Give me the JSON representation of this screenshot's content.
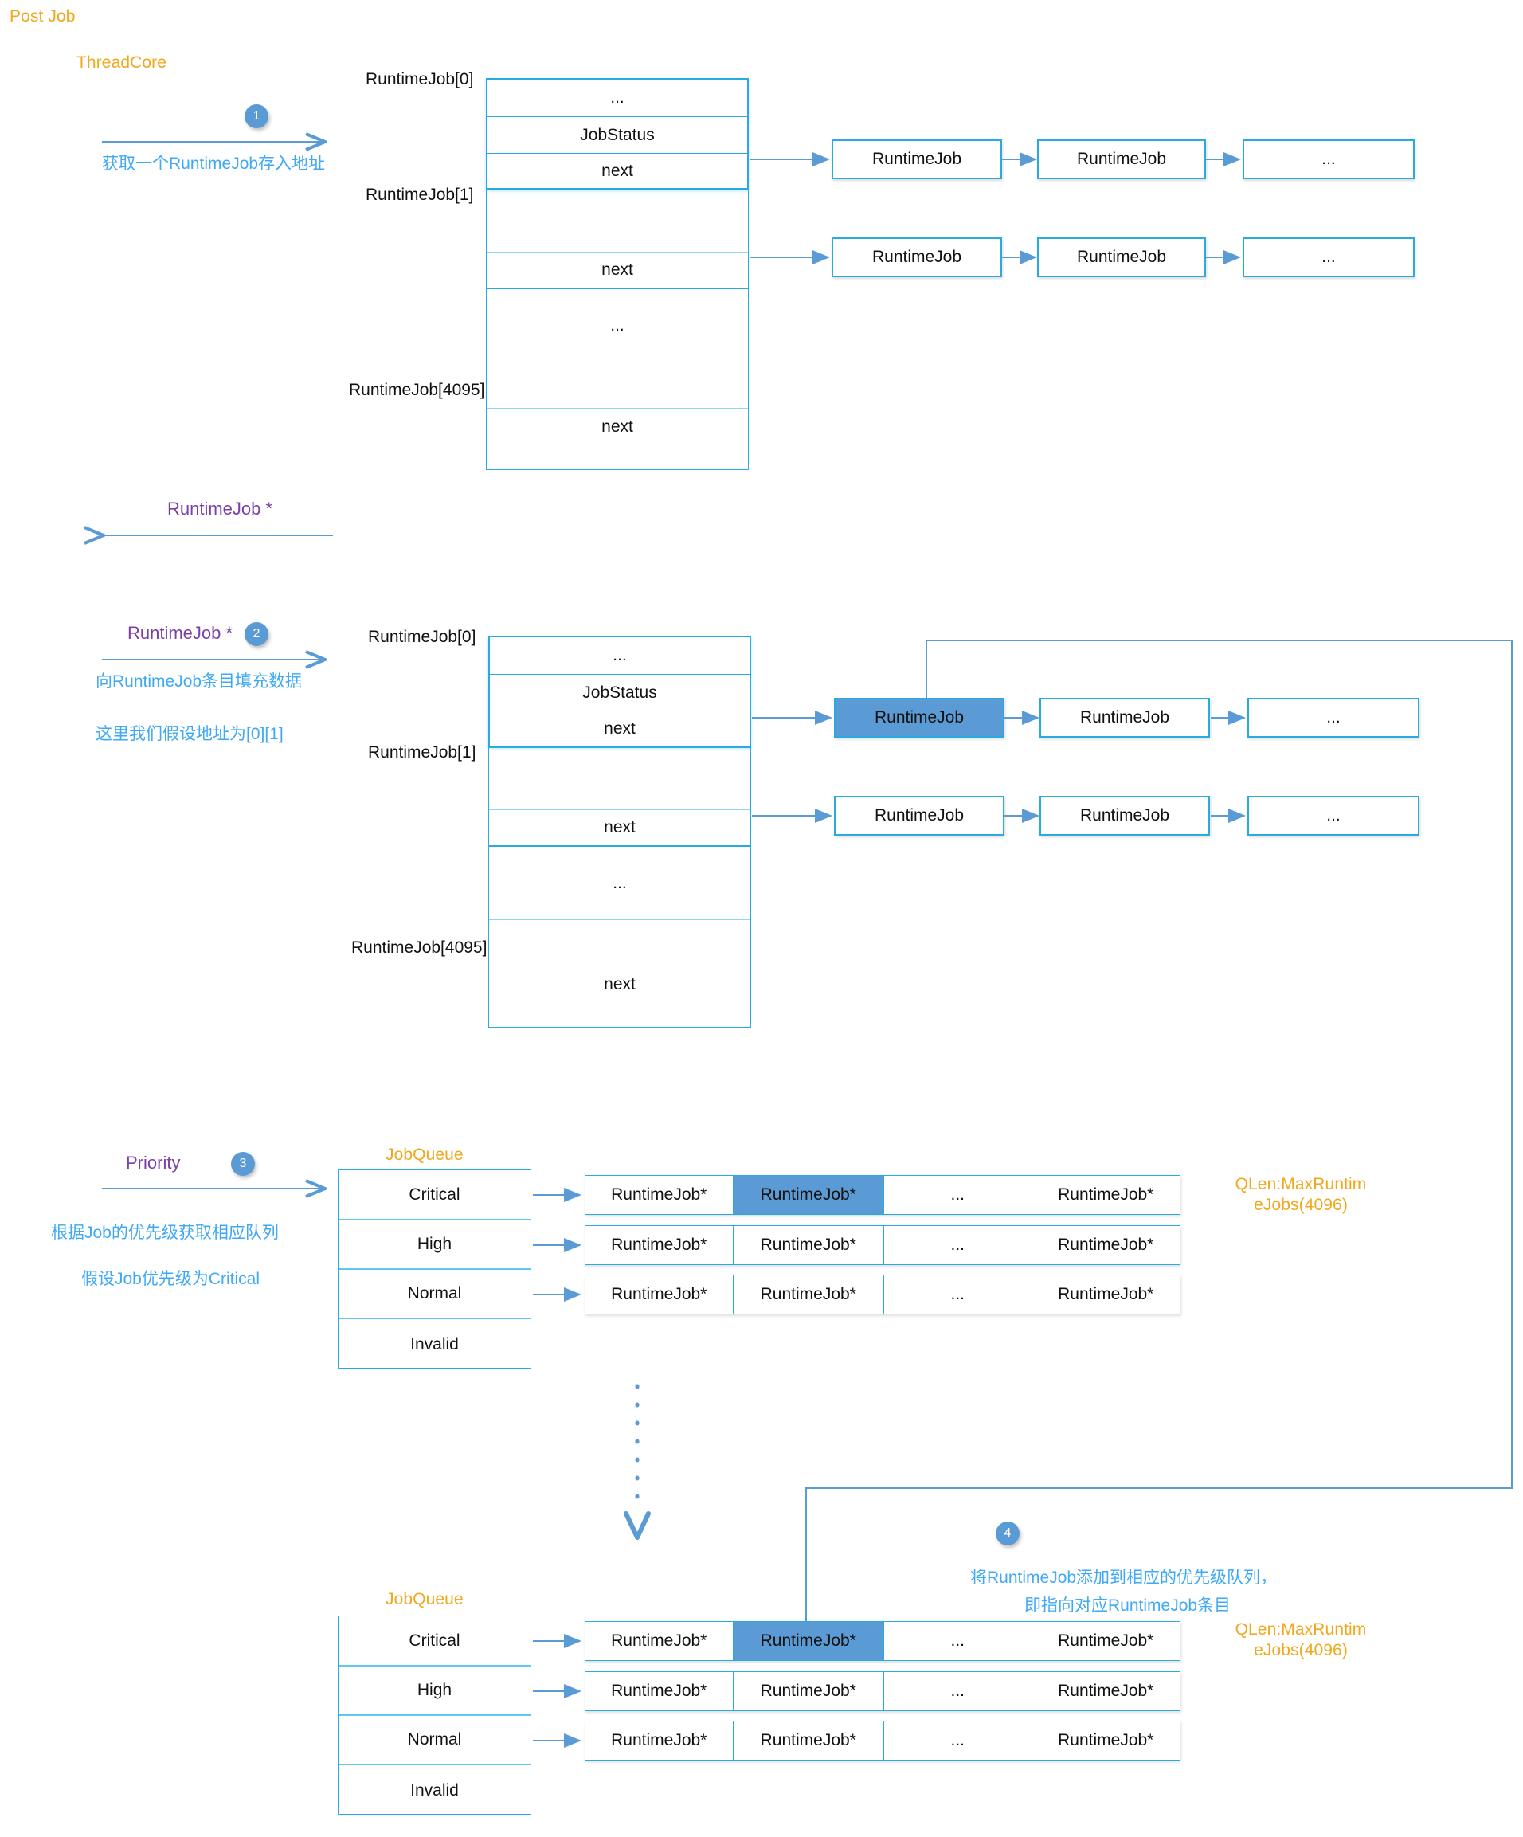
{
  "diagram": {
    "title": "Post Job",
    "actor": "ThreadCore"
  },
  "steps": [
    {
      "number": "1",
      "arrow_label": "",
      "caption_lines": [
        "获取一个RuntimeJob存入地址"
      ]
    },
    {
      "number": "2",
      "arrow_label": "RuntimeJob *",
      "caption_lines": [
        "向RuntimeJob条目填充数据",
        "这里我们假设地址为[0][1]"
      ]
    },
    {
      "number": "3",
      "arrow_label": "Priority",
      "caption_lines": [
        "根据Job的优先级获取相应队列",
        "假设Job优先级为Critical"
      ]
    },
    {
      "number": "4",
      "arrow_label": "",
      "caption_lines": [
        "将RuntimeJob添加到相应的优先级队列，",
        "即指向对应RuntimeJob条目"
      ]
    }
  ],
  "return_arrow": {
    "label": "RuntimeJob *"
  },
  "runtime_table": {
    "index_labels": [
      "RuntimeJob[0]",
      "RuntimeJob[1]",
      "RuntimeJob[4095]"
    ],
    "fields": {
      "ellipsis": "...",
      "job_status": "JobStatus",
      "next": "next"
    }
  },
  "node_lists": {
    "row0": [
      "RuntimeJob",
      "RuntimeJob",
      "..."
    ],
    "row1": [
      "RuntimeJob",
      "RuntimeJob",
      "..."
    ]
  },
  "job_queue": {
    "title": "JobQueue",
    "priorities": [
      "Critical",
      "High",
      "Normal",
      "Invalid"
    ],
    "qlen_label": "QLen:MaxRuntimeJobs(4096)",
    "qlen_line1": "QLen:MaxRuntim",
    "qlen_line2": "eJobs(4096)",
    "rows": [
      {
        "cells": [
          "RuntimeJob*",
          "RuntimeJob*",
          "...",
          "RuntimeJob*"
        ],
        "highlight_index": 1
      },
      {
        "cells": [
          "RuntimeJob*",
          "RuntimeJob*",
          "...",
          "RuntimeJob*"
        ],
        "highlight_index": -1
      },
      {
        "cells": [
          "RuntimeJob*",
          "RuntimeJob*",
          "...",
          "RuntimeJob*"
        ],
        "highlight_index": -1
      }
    ]
  },
  "colors": {
    "orange": "#F2A71B",
    "blue": "#29ABE2",
    "cn_blue": "#3FA9F5",
    "purple": "#7A3FA8",
    "arrow": "#5B9BD5",
    "highlight": "#5B9BD5"
  }
}
